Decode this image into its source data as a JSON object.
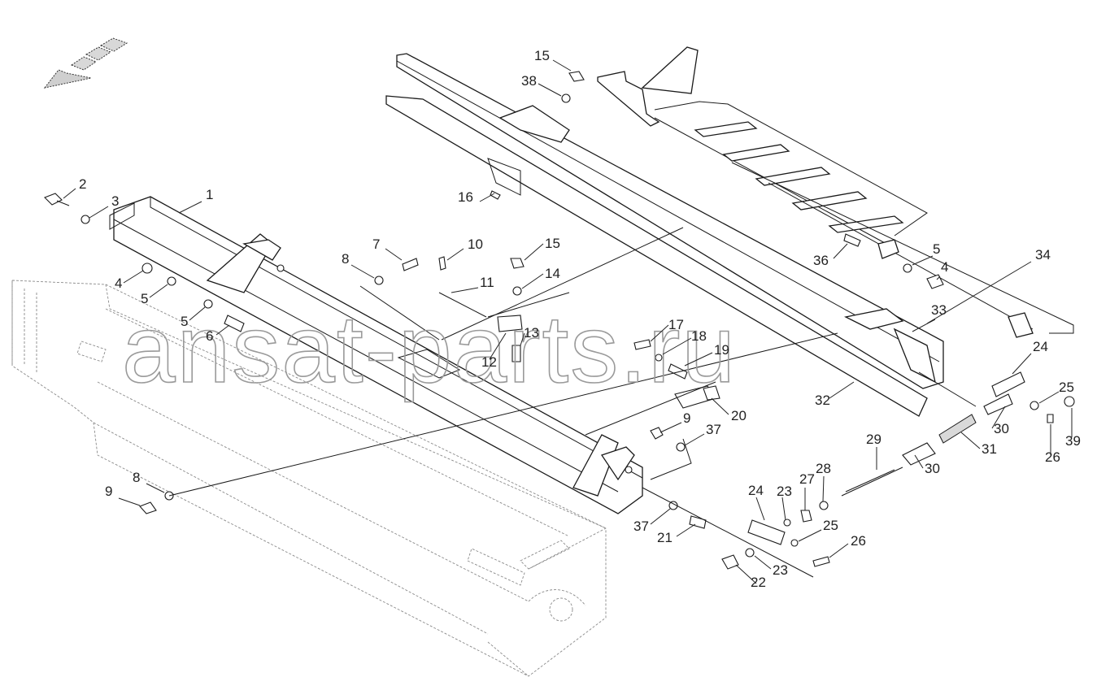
{
  "watermark": "ansat-parts.ru",
  "callouts": [
    {
      "id": "c1",
      "label": "1"
    },
    {
      "id": "c2",
      "label": "2"
    },
    {
      "id": "c3",
      "label": "3"
    },
    {
      "id": "c4a",
      "label": "4"
    },
    {
      "id": "c5a",
      "label": "5"
    },
    {
      "id": "c5b",
      "label": "5"
    },
    {
      "id": "c6",
      "label": "6"
    },
    {
      "id": "c7",
      "label": "7"
    },
    {
      "id": "c8a",
      "label": "8"
    },
    {
      "id": "c10",
      "label": "10"
    },
    {
      "id": "c11",
      "label": "11"
    },
    {
      "id": "c12",
      "label": "12"
    },
    {
      "id": "c13",
      "label": "13"
    },
    {
      "id": "c14",
      "label": "14"
    },
    {
      "id": "c15a",
      "label": "15"
    },
    {
      "id": "c15b",
      "label": "15"
    },
    {
      "id": "c38",
      "label": "38"
    },
    {
      "id": "c16",
      "label": "16"
    },
    {
      "id": "c17",
      "label": "17"
    },
    {
      "id": "c18",
      "label": "18"
    },
    {
      "id": "c19",
      "label": "19"
    },
    {
      "id": "c20",
      "label": "20"
    },
    {
      "id": "c9a",
      "label": "9"
    },
    {
      "id": "c37a",
      "label": "37"
    },
    {
      "id": "c8b",
      "label": "8"
    },
    {
      "id": "c9b",
      "label": "9"
    },
    {
      "id": "c37b",
      "label": "37"
    },
    {
      "id": "c21",
      "label": "21"
    },
    {
      "id": "c24a",
      "label": "24"
    },
    {
      "id": "c23a",
      "label": "23"
    },
    {
      "id": "c27",
      "label": "27"
    },
    {
      "id": "c28",
      "label": "28"
    },
    {
      "id": "c22",
      "label": "22"
    },
    {
      "id": "c23b",
      "label": "23"
    },
    {
      "id": "c25a",
      "label": "25"
    },
    {
      "id": "c26a",
      "label": "26"
    },
    {
      "id": "c29",
      "label": "29"
    },
    {
      "id": "c30a",
      "label": "30"
    },
    {
      "id": "c31",
      "label": "31"
    },
    {
      "id": "c30b",
      "label": "30"
    },
    {
      "id": "c24b",
      "label": "24"
    },
    {
      "id": "c25b",
      "label": "25"
    },
    {
      "id": "c26b",
      "label": "26"
    },
    {
      "id": "c39",
      "label": "39"
    },
    {
      "id": "c32",
      "label": "32"
    },
    {
      "id": "c33",
      "label": "33"
    },
    {
      "id": "c34",
      "label": "34"
    },
    {
      "id": "c36",
      "label": "36"
    },
    {
      "id": "c5c",
      "label": "5"
    },
    {
      "id": "c4b",
      "label": "4"
    },
    {
      "id": "c4c",
      "label": "4"
    },
    {
      "id": "c5d",
      "label": "5"
    }
  ]
}
